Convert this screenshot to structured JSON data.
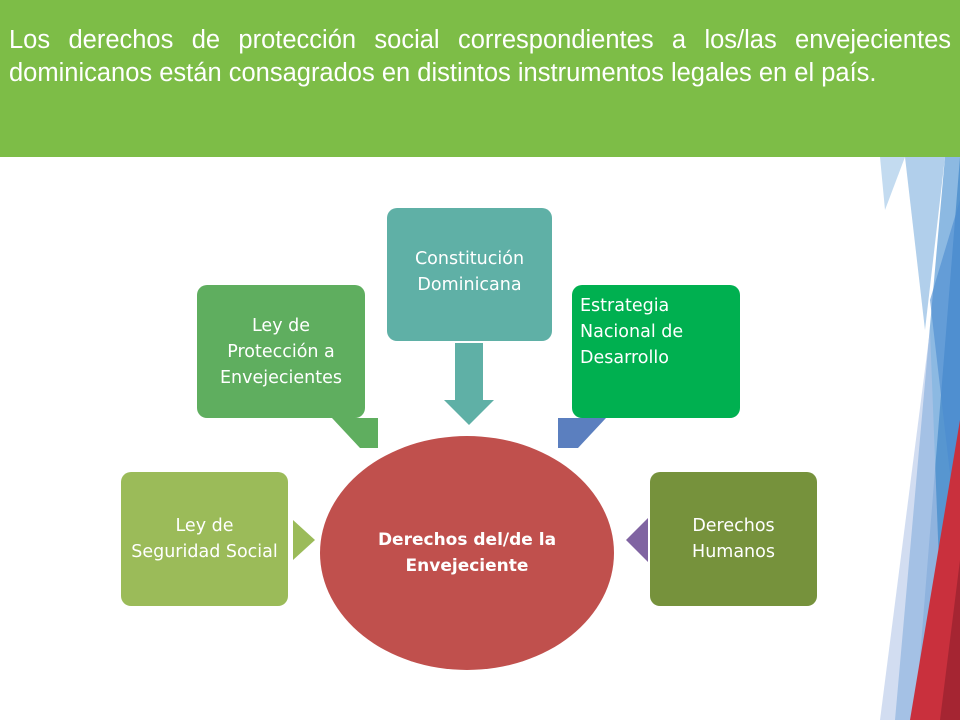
{
  "header": {
    "text": "Los derechos de protección social correspondientes a los/las envejecientes dominicanos están consagrados en distintos instrumentos legales en el país."
  },
  "diagram": {
    "center": "Derechos del/de la Envejeciente",
    "nodes": [
      {
        "id": "seguridad",
        "label": "Ley de Seguridad Social",
        "color": "#9bbb59"
      },
      {
        "id": "proteccion",
        "label": "Ley de Protección a Envejecientes",
        "color": "#5fae5f"
      },
      {
        "id": "constitucion",
        "label": "Constitución Dominicana",
        "color": "#5fb0a6"
      },
      {
        "id": "estrategia",
        "label": "Estrategia Nacional de Desarrollo",
        "color": "#00b050"
      },
      {
        "id": "humanos",
        "label": "Derechos Humanos",
        "color": "#76923c"
      }
    ],
    "center_color": "#c0504d"
  }
}
